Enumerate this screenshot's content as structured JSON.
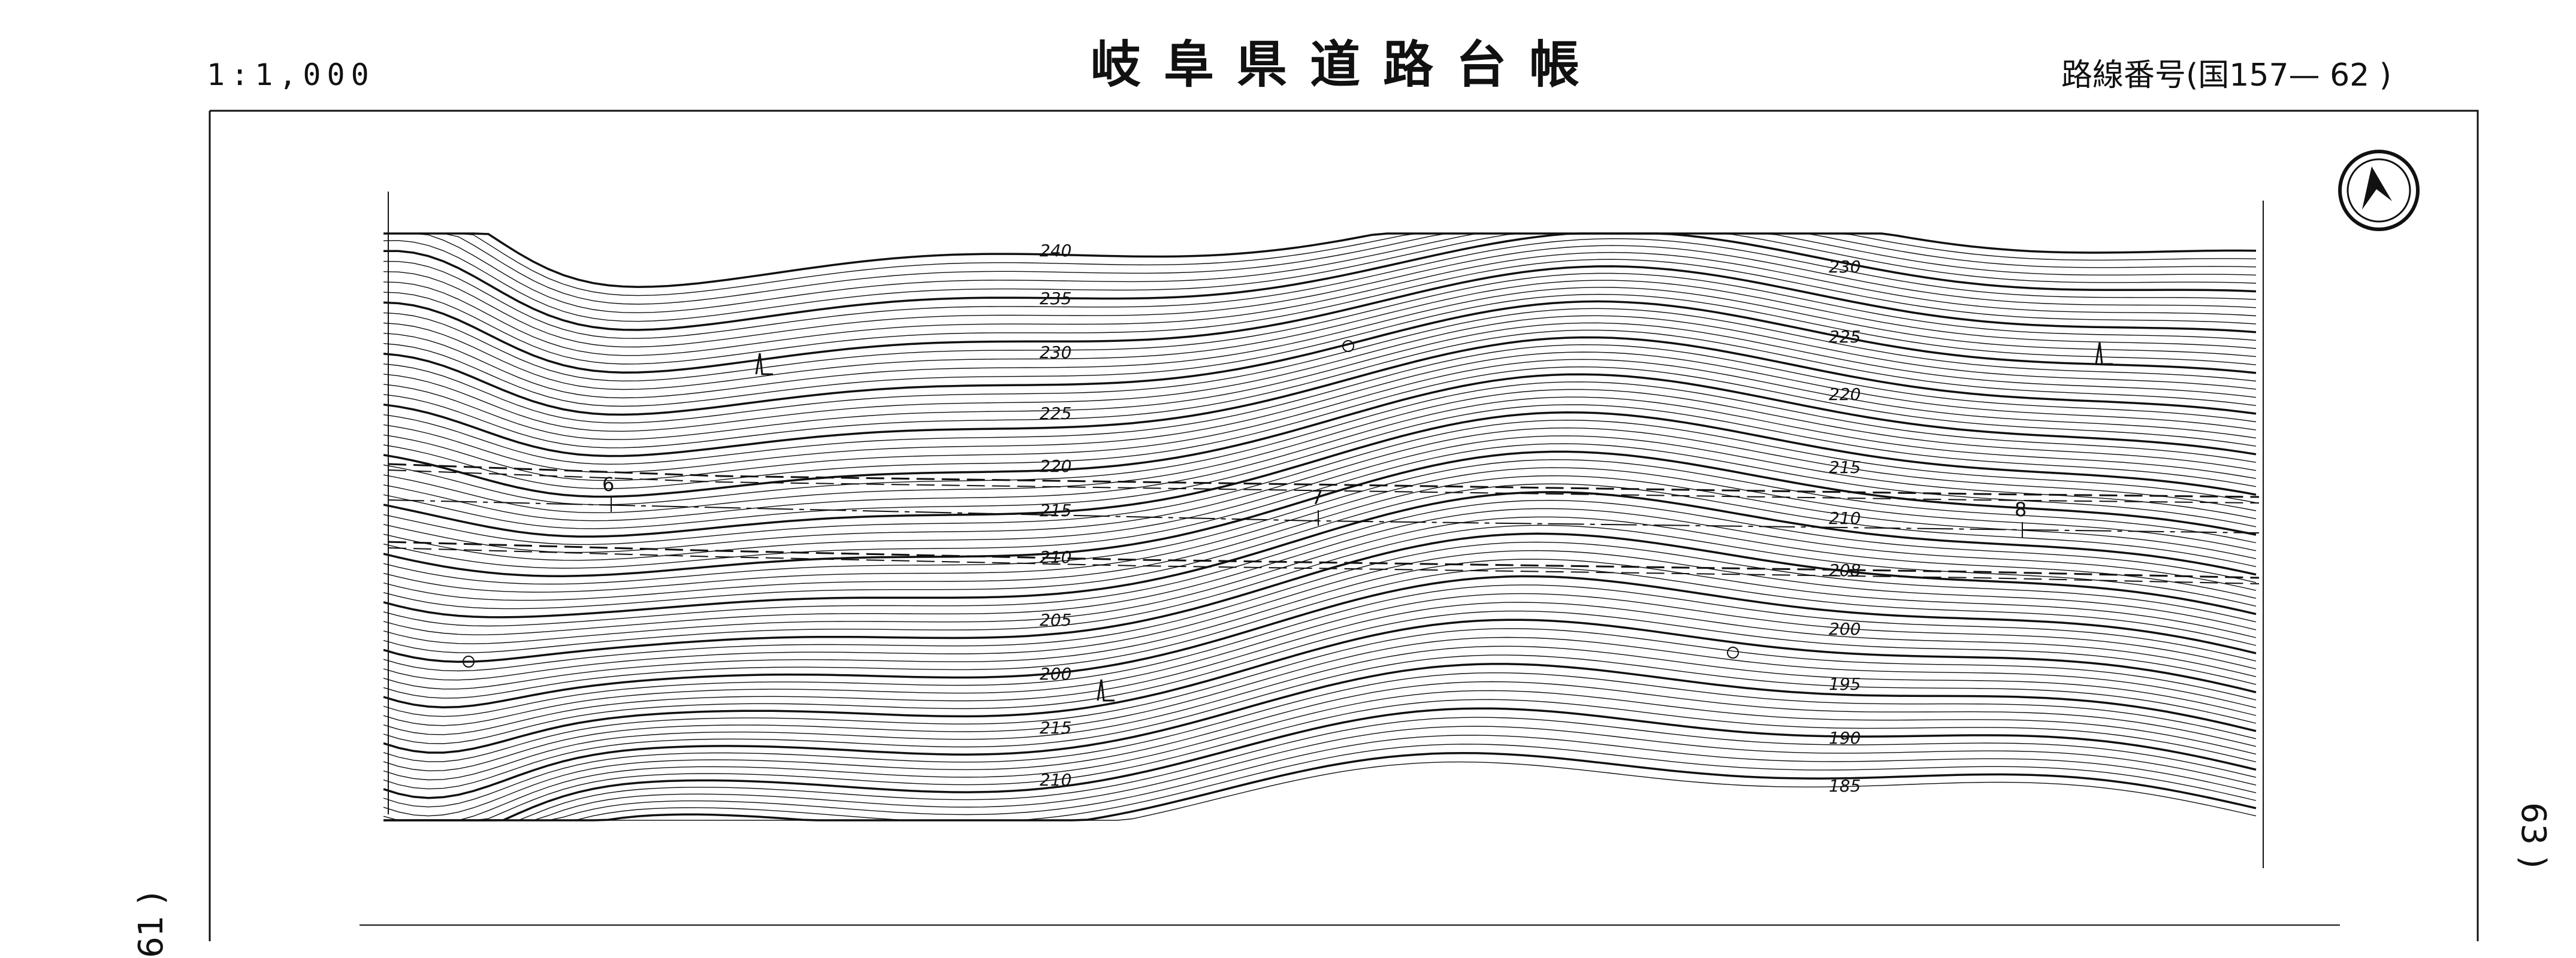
{
  "header": {
    "scale": "1:1,000",
    "title": "岐阜県道路台帳",
    "route_number": "路線番号(国157— 62 )"
  },
  "adjacent_sheets": {
    "left": "61 )",
    "right": "63 )"
  },
  "map": {
    "north_arrow_icon": "north-arrow-icon",
    "contour_labels": [
      "240",
      "235",
      "230",
      "225",
      "220",
      "215",
      "210",
      "205",
      "200",
      "215",
      "210",
      "230",
      "225",
      "220",
      "215",
      "210",
      "208",
      "200",
      "195",
      "190",
      "185"
    ],
    "station_markers": [
      "6",
      "7",
      "8"
    ]
  }
}
